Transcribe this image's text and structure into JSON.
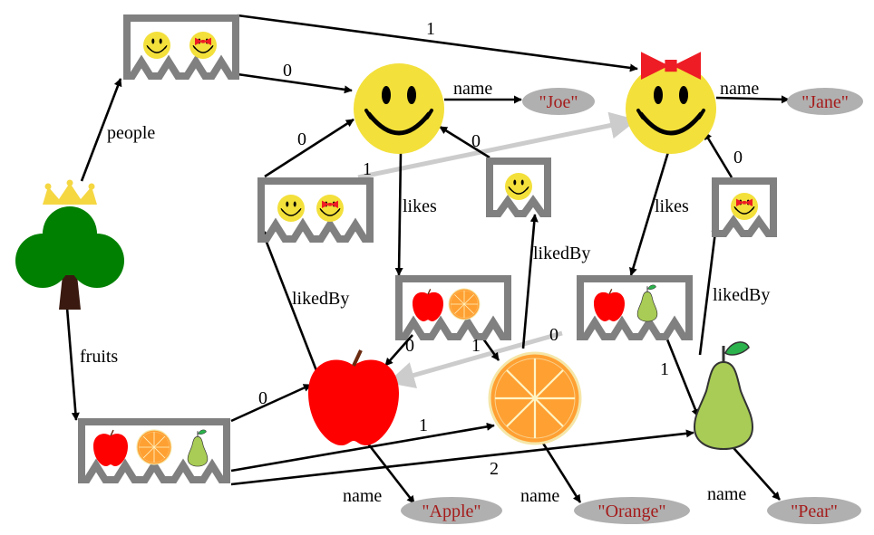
{
  "diagram": {
    "edge_labels": {
      "people": "people",
      "fruits": "fruits",
      "p0": "0",
      "p1": "1",
      "joe_name": "name",
      "jane_name": "name",
      "joe_likes": "likes",
      "jane_likes": "likes",
      "jl0": "0",
      "jl1": "1",
      "ab0": "0",
      "ob0": "0",
      "pb0": "0",
      "al0": "0",
      "al1": "1",
      "jnl0": "0",
      "jnl1": "1",
      "f0": "0",
      "f1": "1",
      "f2": "2",
      "apple_likedby": "likedBy",
      "orange_likedby": "likedBy",
      "pear_likedby": "likedBy",
      "apple_name": "name",
      "orange_name": "name",
      "pear_name": "name"
    },
    "strings": {
      "joe": "\"Joe\"",
      "jane": "\"Jane\"",
      "apple": "\"Apple\"",
      "orange": "\"Orange\"",
      "pear": "\"Pear\""
    },
    "colors": {
      "list_frame": "#808080",
      "edge": "#000000",
      "edge_back": "#cccccc",
      "string_oval": "#b0b0b0",
      "string_text": "#a51c1c",
      "smiley": "#f3e03b",
      "bow": "#ee1c24",
      "clover": "#008000",
      "crown": "#f5d742",
      "apple": "#ff0000",
      "orange": "#ffa033",
      "pear": "#a8cc55"
    },
    "icons": [
      "clover-root-icon",
      "smiley-icon",
      "smiley-bow-icon",
      "apple-icon",
      "orange-icon",
      "pear-icon"
    ]
  }
}
